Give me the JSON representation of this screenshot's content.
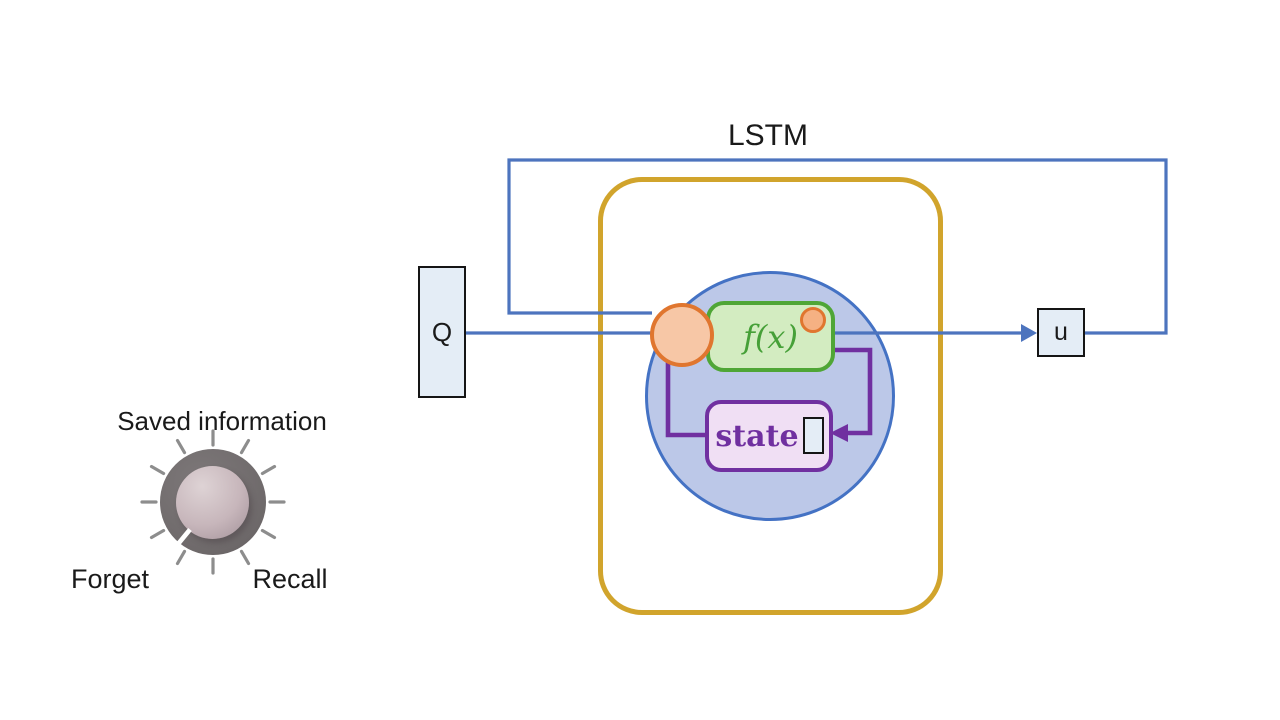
{
  "diagram": {
    "title": "LSTM",
    "input_box": "Q",
    "output_box": "u",
    "function_box": "f(x)",
    "state_box": "state"
  },
  "knob": {
    "caption": "Saved information",
    "left_label": "Forget",
    "right_label": "Recall"
  },
  "colors": {
    "line_blue": "#4D74BE",
    "gold": "#D1A42C",
    "circle_fill": "#BCC8E8",
    "circle_border": "#4472C4",
    "green_fill": "#D3ECC1",
    "green_border": "#4FA636",
    "green_text": "#46A038",
    "purple": "#7030A0",
    "state_fill": "#F0DFF4",
    "orange_fill": "#F7C7A6",
    "orange_fill_small": "#F5B183",
    "orange_border": "#E0762F",
    "node_fill": "#E4EDF6",
    "knob_ring": "#6E696A",
    "tick_gray": "#8D8D8D"
  }
}
